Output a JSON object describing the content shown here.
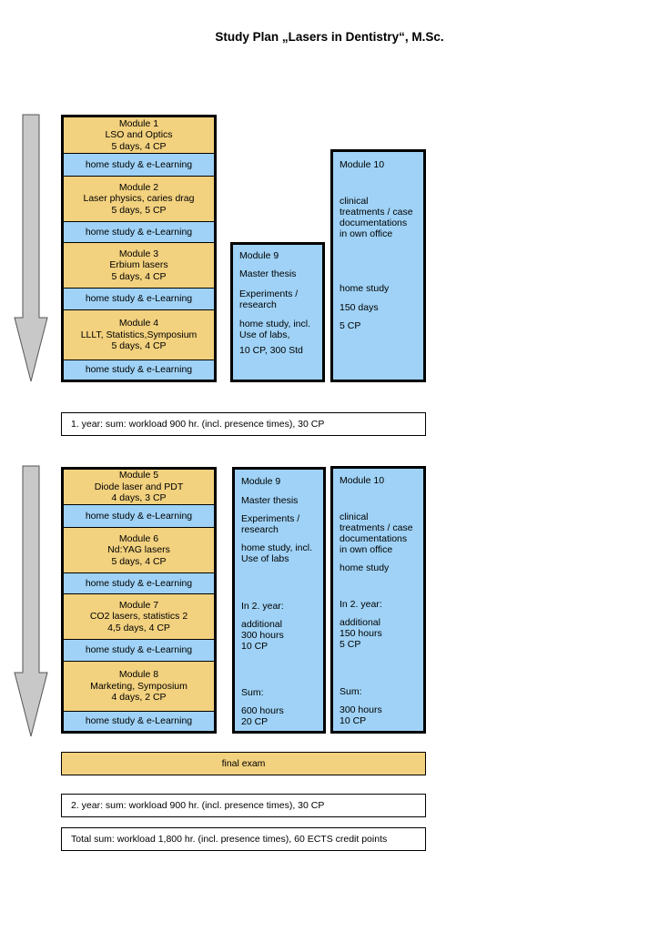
{
  "title": "Study Plan „Lasers in Dentistry“, M.Sc.",
  "year1": {
    "modules": [
      {
        "lines": [
          "Module 1",
          "LSO and Optics",
          "5 days, 4 CP"
        ]
      },
      {
        "lines": [
          "Module 2",
          "Laser physics, caries drag",
          "5 days, 5 CP"
        ]
      },
      {
        "lines": [
          "Module 3",
          "Erbium lasers",
          "5 days, 4 CP"
        ]
      },
      {
        "lines": [
          "Module 4",
          "LLLT, Statistics,Symposium",
          "5 days, 4 CP"
        ]
      }
    ],
    "home_study": "home study & e-Learning",
    "module9": [
      "Module 9",
      "Master thesis",
      "Experiments /",
      "research",
      "home study, incl.",
      "Use of labs,",
      "10 CP, 300 Std"
    ],
    "module10": [
      "Module 10",
      "clinical",
      "treatments / case",
      "documentations",
      "in own office",
      "home study",
      "150 days",
      "5 CP"
    ],
    "summary": "1. year: sum: workload 900 hr. (incl. presence times), 30 CP"
  },
  "year2": {
    "modules": [
      {
        "lines": [
          "Module 5",
          "Diode laser and PDT",
          "4 days, 3 CP"
        ]
      },
      {
        "lines": [
          "Module 6",
          "Nd:YAG lasers",
          "5 days, 4 CP"
        ]
      },
      {
        "lines": [
          "Module 7",
          "CO2 lasers, statistics 2",
          "4,5 days, 4 CP"
        ]
      },
      {
        "lines": [
          "Module 8",
          "Marketing, Symposium",
          "4 days, 2 CP"
        ]
      }
    ],
    "home_study": "home study & e-Learning",
    "module9": [
      "Module 9",
      "Master thesis",
      "Experiments /",
      "research",
      "home study, incl.",
      "Use of labs",
      "In 2. year:",
      "additional",
      "300 hours",
      "10 CP",
      "Sum:",
      "600 hours",
      "20 CP"
    ],
    "module10": [
      "Module 10",
      "clinical",
      "treatments / case",
      "documentations",
      "in own office",
      "home study",
      "In 2. year:",
      "additional",
      "150 hours",
      "5 CP",
      "Sum:",
      "300 hours",
      "10 CP"
    ],
    "final_exam": "final exam",
    "summary": "2. year: sum: workload 900 hr. (incl. presence times), 30 CP"
  },
  "total": "Total sum: workload 1,800 hr. (incl. presence times), 60 ECTS credit points",
  "colors": {
    "module": "#f2d17f",
    "home_study": "#9fd2f6",
    "arrow": "#c8c8c8"
  }
}
